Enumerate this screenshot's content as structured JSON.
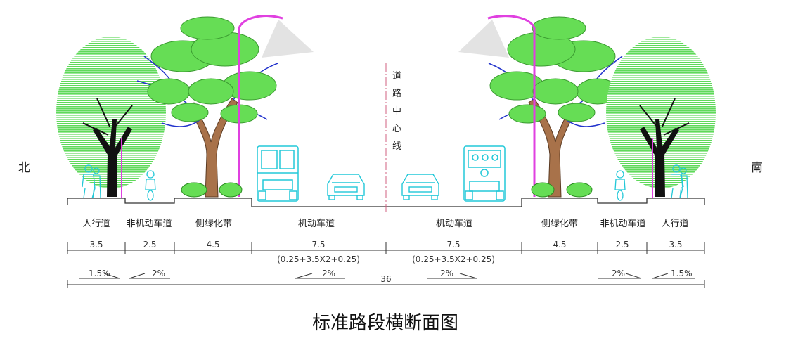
{
  "diagram": {
    "title": "标准路段横断面图",
    "north_label": "北",
    "south_label": "南",
    "center_line_label": "道路中心线",
    "zone_labels": [
      "人行道",
      "非机动车道",
      "侧绿化带",
      "机动车道",
      "机动车道",
      "侧绿化带",
      "非机动车道",
      "人行道"
    ],
    "widths": [
      "3.5",
      "2.5",
      "4.5",
      "7.5",
      "7.5",
      "4.5",
      "2.5",
      "3.5"
    ],
    "lane_detail": [
      "(0.25+3.5X2+0.25)",
      "(0.25+3.5X2+0.25)"
    ],
    "slopes": [
      "1.5%",
      "2%",
      "2%",
      "2%",
      "2%",
      "1.5%"
    ],
    "total_width": "36",
    "colors": {
      "tree_green": "#66dd55",
      "tree_trunk": "#a8724a",
      "branch_blue": "#2233cc",
      "lamp_magenta": "#e040e0",
      "vehicle_cyan": "#22c8d8",
      "line_dark": "#333333"
    },
    "icons": [
      "tree-icon",
      "street-lamp-icon",
      "bus-icon",
      "car-icon",
      "pedestrian-icon",
      "cyclist-icon",
      "shrub-icon"
    ]
  }
}
